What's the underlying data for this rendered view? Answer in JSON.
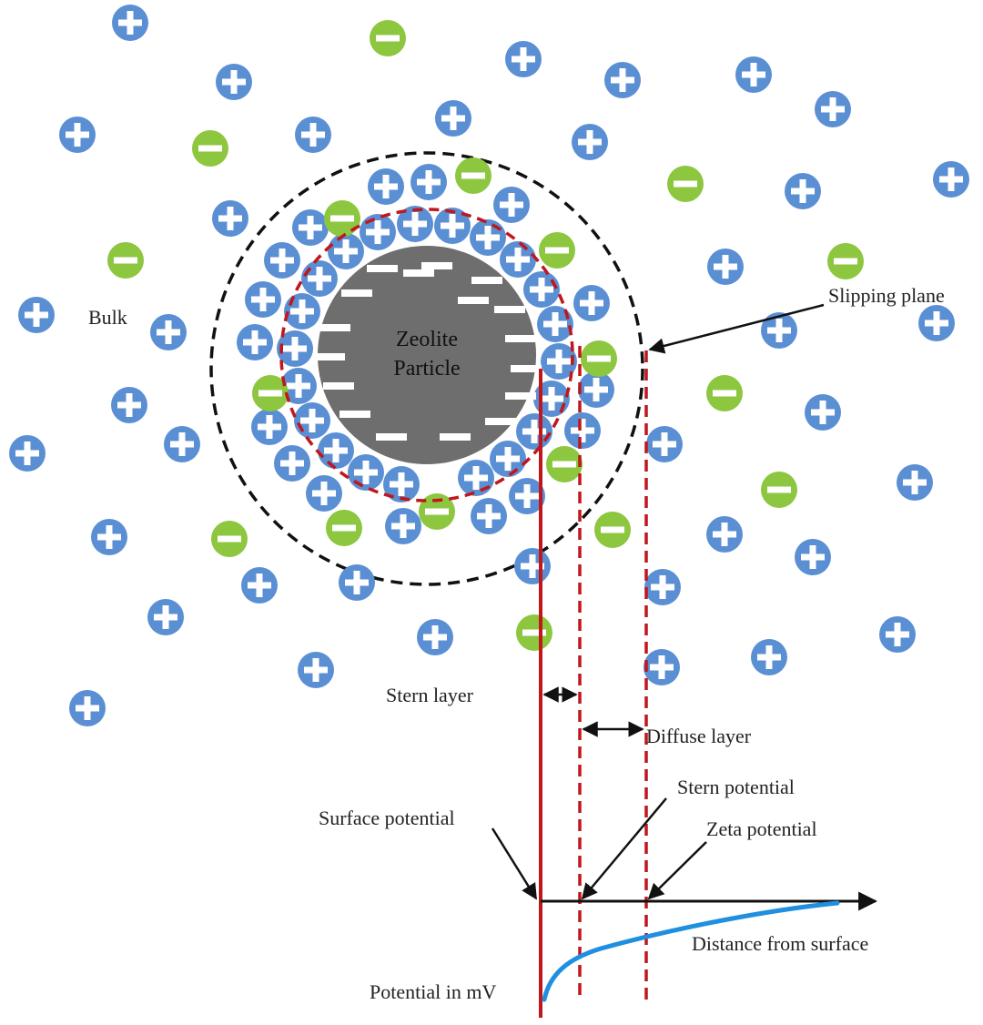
{
  "labels": {
    "particle_line1": "Zeolite",
    "particle_line2": "Particle",
    "bulk": "Bulk",
    "slipping_plane": "Slipping plane",
    "stern_layer": "Stern layer",
    "diffuse_layer": "Diffuse layer",
    "stern_potential": "Stern potential",
    "surface_potential": "Surface potential",
    "zeta_potential": "Zeta potential",
    "distance_axis": "Distance from surface",
    "potential_axis": "Potential in mV"
  },
  "colors": {
    "positive_ion": "#5b8fd3",
    "negative_ion": "#8dc63f",
    "particle": "#6e6e6e",
    "stern_boundary": "#c0171c",
    "slipping_boundary": "#111111",
    "potential_curve": "#1f8fe0",
    "axis": "#111111"
  },
  "icons": {
    "positive_ion": "plus-circle-icon",
    "negative_ion": "minus-circle-icon"
  }
}
